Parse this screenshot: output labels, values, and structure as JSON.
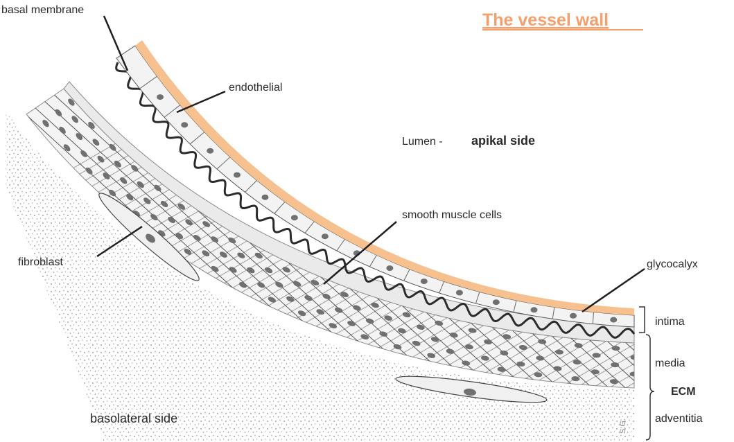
{
  "title": "The vessel wall",
  "labels": {
    "basal_membrane": "basal membrane",
    "endothelial": "endothelial",
    "lumen_prefix": "Lumen -",
    "lumen_side": "apikal side",
    "smooth_muscle": "smooth muscle cells",
    "glycocalyx": "glycocalyx",
    "fibroblast": "fibroblast",
    "basolateral": "basolateral side",
    "intima": "intima",
    "media": "media",
    "ecm": "ECM",
    "adventitia": "adventitia",
    "signature": "S.G."
  },
  "colors": {
    "title": "#f5a06b",
    "glycocalyx": "#f6c18f",
    "cell_fill": "#f2f2f2",
    "nucleus": "#707070",
    "outline": "#3a3a3a",
    "dots": "#8a8a8a"
  }
}
